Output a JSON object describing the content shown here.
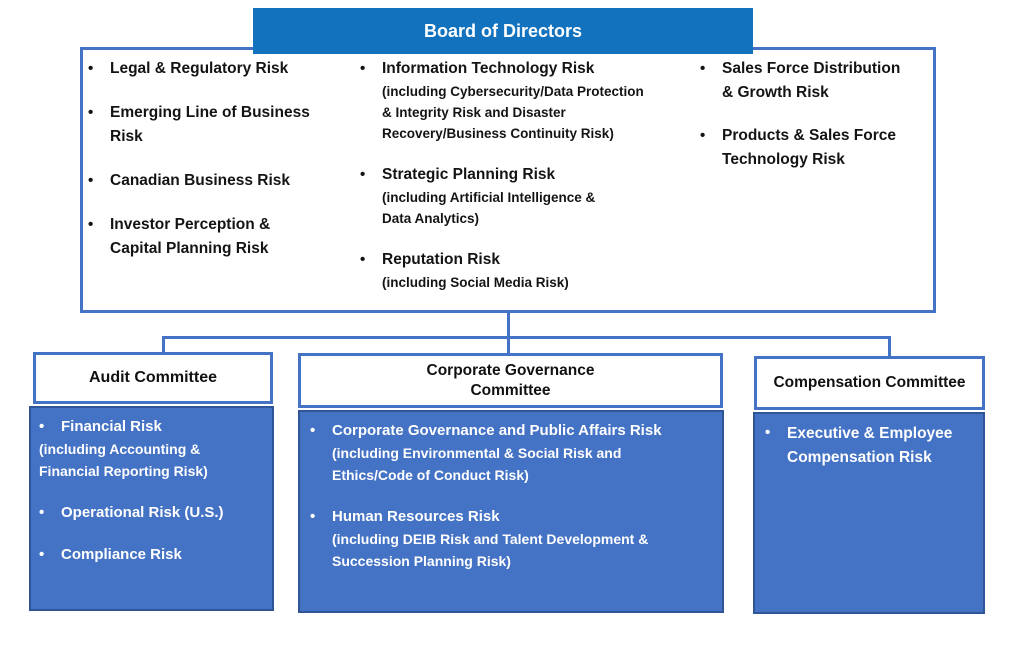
{
  "colors": {
    "board_header_blue": "#1272BE",
    "accent_border_blue": "#4472C4",
    "committee_body_fill": "#4472C4",
    "committee_body_border": "#2F5597",
    "dark_text": "#141414",
    "light_text": "#ffffff"
  },
  "board": {
    "title": "Board of Directors"
  },
  "board_risks": {
    "col1": [
      {
        "title": "Legal & Regulatory Risk"
      },
      {
        "title": "Emerging Line of Business\nRisk"
      },
      {
        "title": "Canadian Business Risk"
      },
      {
        "title": "Investor Perception &\nCapital Planning Risk"
      }
    ],
    "col2": [
      {
        "title": "Information Technology Risk",
        "sub": "(including Cybersecurity/Data Protection\n& Integrity Risk and Disaster\nRecovery/Business Continuity Risk)"
      },
      {
        "title": "Strategic Planning Risk",
        "sub": "(including Artificial Intelligence &\nData Analytics)"
      },
      {
        "title": "Reputation Risk",
        "sub": "(including Social Media Risk)"
      }
    ],
    "col3": [
      {
        "title": "Sales Force Distribution\n& Growth Risk"
      },
      {
        "title": "Products & Sales Force\nTechnology Risk"
      }
    ]
  },
  "bullet_glyph": "•",
  "committees": [
    {
      "name": "Audit Committee",
      "items": [
        {
          "title": "Financial Risk",
          "sub": "(including Accounting &\nFinancial Reporting Risk)"
        },
        {
          "title": "Operational Risk (U.S.)"
        },
        {
          "title": "Compliance Risk"
        }
      ]
    },
    {
      "name": "Corporate Governance\nCommittee",
      "items": [
        {
          "title": "Corporate Governance and Public Affairs Risk",
          "sub": "(including Environmental & Social Risk and\nEthics/Code of Conduct Risk)"
        },
        {
          "title": "Human Resources Risk",
          "sub": "(including DEIB Risk and Talent Development &\nSuccession Planning Risk)"
        }
      ]
    },
    {
      "name": "Compensation Committee",
      "items": [
        {
          "title": "Executive & Employee\nCompensation Risk"
        }
      ]
    }
  ]
}
